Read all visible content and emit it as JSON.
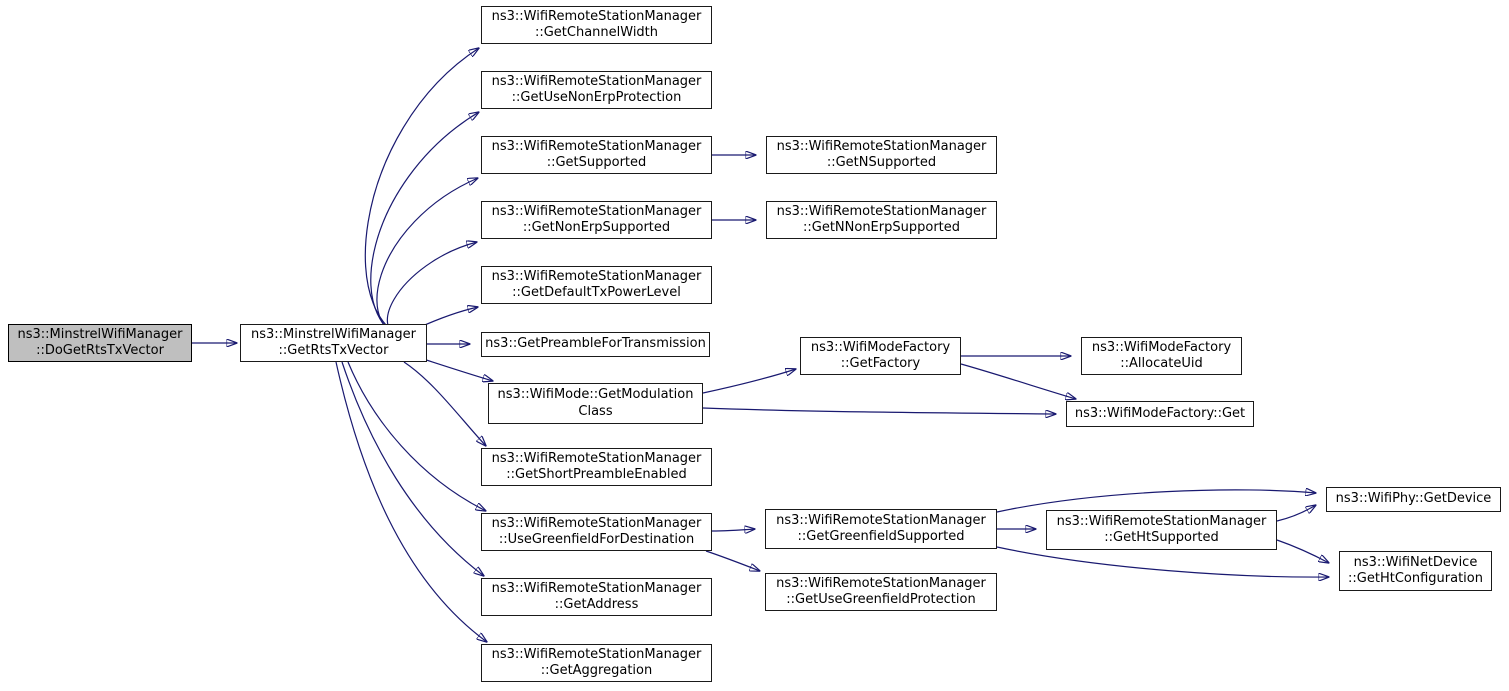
{
  "diagram": {
    "kind": "call-graph",
    "root_function": "ns3::MinstrelWifiManager::DoGetRtsTxVector",
    "colors": {
      "edge": "#191970",
      "node_border": "#1a1a1a",
      "node_fill": "#ffffff",
      "highlight_fill": "#bfbfbf",
      "text": "#000000",
      "background": "#ffffff"
    }
  },
  "nodes": [
    {
      "id": "do-get-rts-tx-vector",
      "label": "ns3::MinstrelWifiManager\n::DoGetRtsTxVector",
      "highlighted": true
    },
    {
      "id": "get-rts-tx-vector",
      "label": "ns3::MinstrelWifiManager\n::GetRtsTxVector",
      "highlighted": false
    },
    {
      "id": "get-channel-width",
      "label": "ns3::WifiRemoteStationManager\n::GetChannelWidth",
      "highlighted": false
    },
    {
      "id": "get-use-non-erp-protection",
      "label": "ns3::WifiRemoteStationManager\n::GetUseNonErpProtection",
      "highlighted": false
    },
    {
      "id": "get-supported",
      "label": "ns3::WifiRemoteStationManager\n::GetSupported",
      "highlighted": false
    },
    {
      "id": "get-non-erp-supported",
      "label": "ns3::WifiRemoteStationManager\n::GetNonErpSupported",
      "highlighted": false
    },
    {
      "id": "get-default-tx-power-level",
      "label": "ns3::WifiRemoteStationManager\n::GetDefaultTxPowerLevel",
      "highlighted": false
    },
    {
      "id": "get-preamble-for-transmission",
      "label": "ns3::GetPreambleForTransmission",
      "highlighted": false
    },
    {
      "id": "get-modulation-class",
      "label": "ns3::WifiMode::GetModulation\nClass",
      "highlighted": false
    },
    {
      "id": "get-short-preamble-enabled",
      "label": "ns3::WifiRemoteStationManager\n::GetShortPreambleEnabled",
      "highlighted": false
    },
    {
      "id": "use-greenfield-for-destination",
      "label": "ns3::WifiRemoteStationManager\n::UseGreenfieldForDestination",
      "highlighted": false
    },
    {
      "id": "get-address",
      "label": "ns3::WifiRemoteStationManager\n::GetAddress",
      "highlighted": false
    },
    {
      "id": "get-aggregation",
      "label": "ns3::WifiRemoteStationManager\n::GetAggregation",
      "highlighted": false
    },
    {
      "id": "get-n-supported",
      "label": "ns3::WifiRemoteStationManager\n::GetNSupported",
      "highlighted": false
    },
    {
      "id": "get-n-non-erp-supported",
      "label": "ns3::WifiRemoteStationManager\n::GetNNonErpSupported",
      "highlighted": false
    },
    {
      "id": "get-factory",
      "label": "ns3::WifiModeFactory\n::GetFactory",
      "highlighted": false
    },
    {
      "id": "get-greenfield-supported",
      "label": "ns3::WifiRemoteStationManager\n::GetGreenfieldSupported",
      "highlighted": false
    },
    {
      "id": "get-use-greenfield-protection",
      "label": "ns3::WifiRemoteStationManager\n::GetUseGreenfieldProtection",
      "highlighted": false
    },
    {
      "id": "allocate-uid",
      "label": "ns3::WifiModeFactory\n::AllocateUid",
      "highlighted": false
    },
    {
      "id": "wifi-mode-factory-get",
      "label": "ns3::WifiModeFactory::Get",
      "highlighted": false
    },
    {
      "id": "get-ht-supported",
      "label": "ns3::WifiRemoteStationManager\n::GetHtSupported",
      "highlighted": false
    },
    {
      "id": "wifi-phy-get-device",
      "label": "ns3::WifiPhy::GetDevice",
      "highlighted": false
    },
    {
      "id": "get-ht-configuration",
      "label": "ns3::WifiNetDevice\n::GetHtConfiguration",
      "highlighted": false
    }
  ],
  "edges": [
    {
      "from": "do-get-rts-tx-vector",
      "to": "get-rts-tx-vector"
    },
    {
      "from": "get-rts-tx-vector",
      "to": "get-channel-width"
    },
    {
      "from": "get-rts-tx-vector",
      "to": "get-use-non-erp-protection"
    },
    {
      "from": "get-rts-tx-vector",
      "to": "get-supported"
    },
    {
      "from": "get-rts-tx-vector",
      "to": "get-non-erp-supported"
    },
    {
      "from": "get-rts-tx-vector",
      "to": "get-default-tx-power-level"
    },
    {
      "from": "get-rts-tx-vector",
      "to": "get-preamble-for-transmission"
    },
    {
      "from": "get-rts-tx-vector",
      "to": "get-modulation-class"
    },
    {
      "from": "get-rts-tx-vector",
      "to": "get-short-preamble-enabled"
    },
    {
      "from": "get-rts-tx-vector",
      "to": "use-greenfield-for-destination"
    },
    {
      "from": "get-rts-tx-vector",
      "to": "get-address"
    },
    {
      "from": "get-rts-tx-vector",
      "to": "get-aggregation"
    },
    {
      "from": "get-supported",
      "to": "get-n-supported"
    },
    {
      "from": "get-non-erp-supported",
      "to": "get-n-non-erp-supported"
    },
    {
      "from": "get-modulation-class",
      "to": "get-factory"
    },
    {
      "from": "get-modulation-class",
      "to": "wifi-mode-factory-get"
    },
    {
      "from": "get-factory",
      "to": "allocate-uid"
    },
    {
      "from": "get-factory",
      "to": "wifi-mode-factory-get"
    },
    {
      "from": "use-greenfield-for-destination",
      "to": "get-greenfield-supported"
    },
    {
      "from": "use-greenfield-for-destination",
      "to": "get-use-greenfield-protection"
    },
    {
      "from": "get-greenfield-supported",
      "to": "get-ht-supported"
    },
    {
      "from": "get-greenfield-supported",
      "to": "wifi-phy-get-device"
    },
    {
      "from": "get-greenfield-supported",
      "to": "get-ht-configuration"
    },
    {
      "from": "get-ht-supported",
      "to": "wifi-phy-get-device"
    },
    {
      "from": "get-ht-supported",
      "to": "get-ht-configuration"
    }
  ]
}
